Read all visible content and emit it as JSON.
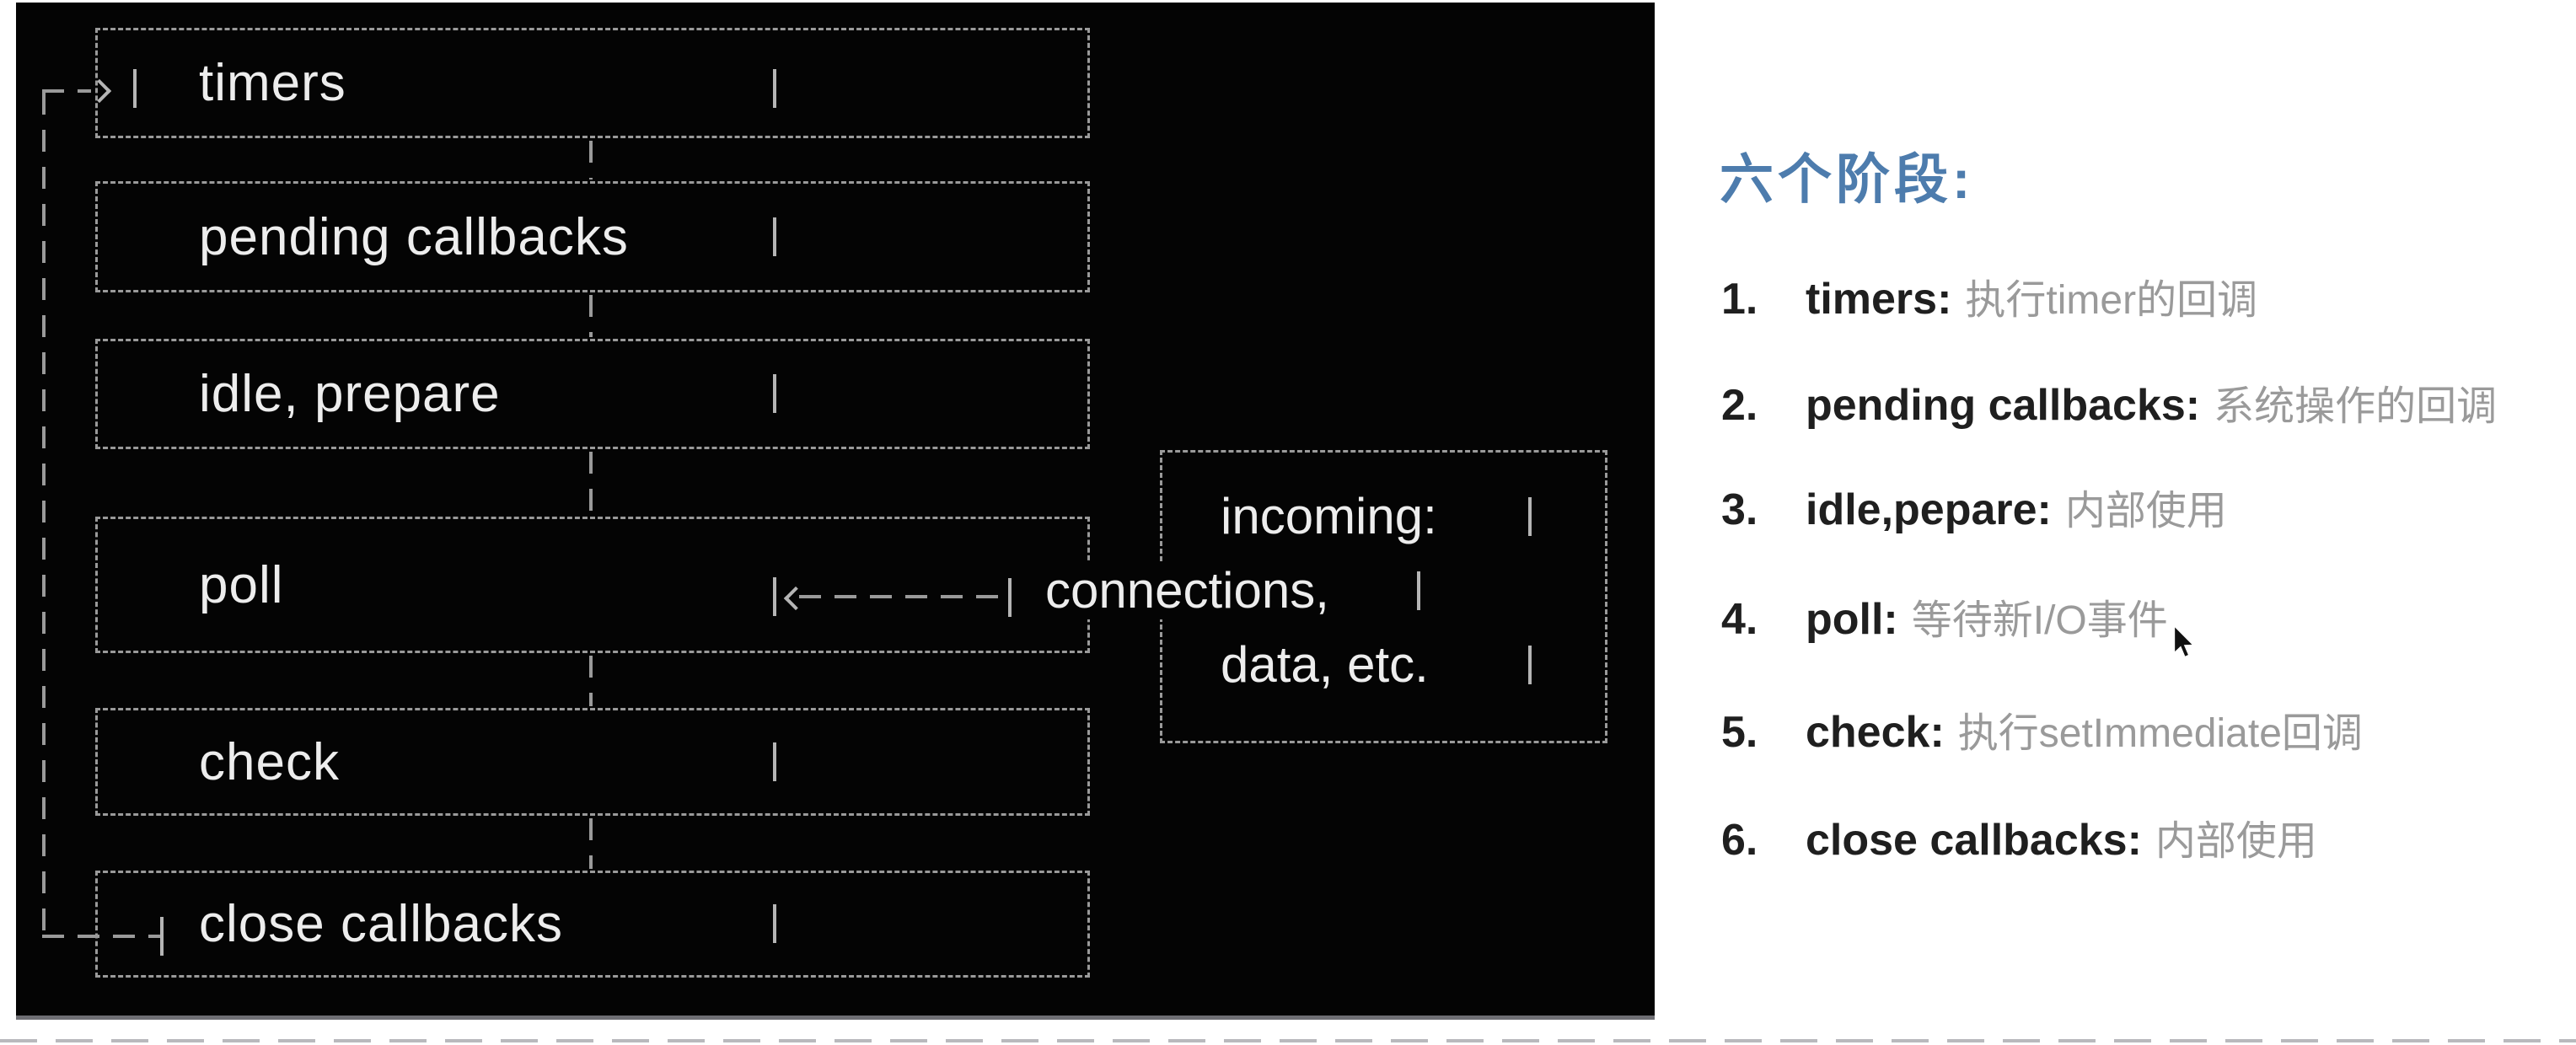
{
  "diagram": {
    "panel_bg": "#040404",
    "line_color": "#9a9a9a",
    "text_color": "#ededed",
    "phases": [
      {
        "label": "timers"
      },
      {
        "label": "pending callbacks"
      },
      {
        "label": "idle, prepare"
      },
      {
        "label": "poll"
      },
      {
        "label": "check"
      },
      {
        "label": "close callbacks"
      }
    ],
    "incoming_box": {
      "line1": "incoming:",
      "line2": "connections,",
      "line3": "data, etc."
    }
  },
  "notes": {
    "heading": "六个阶段:",
    "heading_color": "#4d7cad",
    "items": [
      {
        "num": "1.",
        "label": "timers:",
        "desc": "执行timer的回调"
      },
      {
        "num": "2.",
        "label": "pending callbacks:",
        "desc": "系统操作的回调"
      },
      {
        "num": "3.",
        "label": "idle,pepare:",
        "desc": "内部使用"
      },
      {
        "num": "4.",
        "label": "poll:",
        "desc": "等待新I/O事件"
      },
      {
        "num": "5.",
        "label": "check:",
        "desc": "执行setImmediate回调"
      },
      {
        "num": "6.",
        "label": "close callbacks:",
        "desc": "内部使用"
      }
    ]
  },
  "cursor": {
    "icon": "mouse-pointer"
  }
}
